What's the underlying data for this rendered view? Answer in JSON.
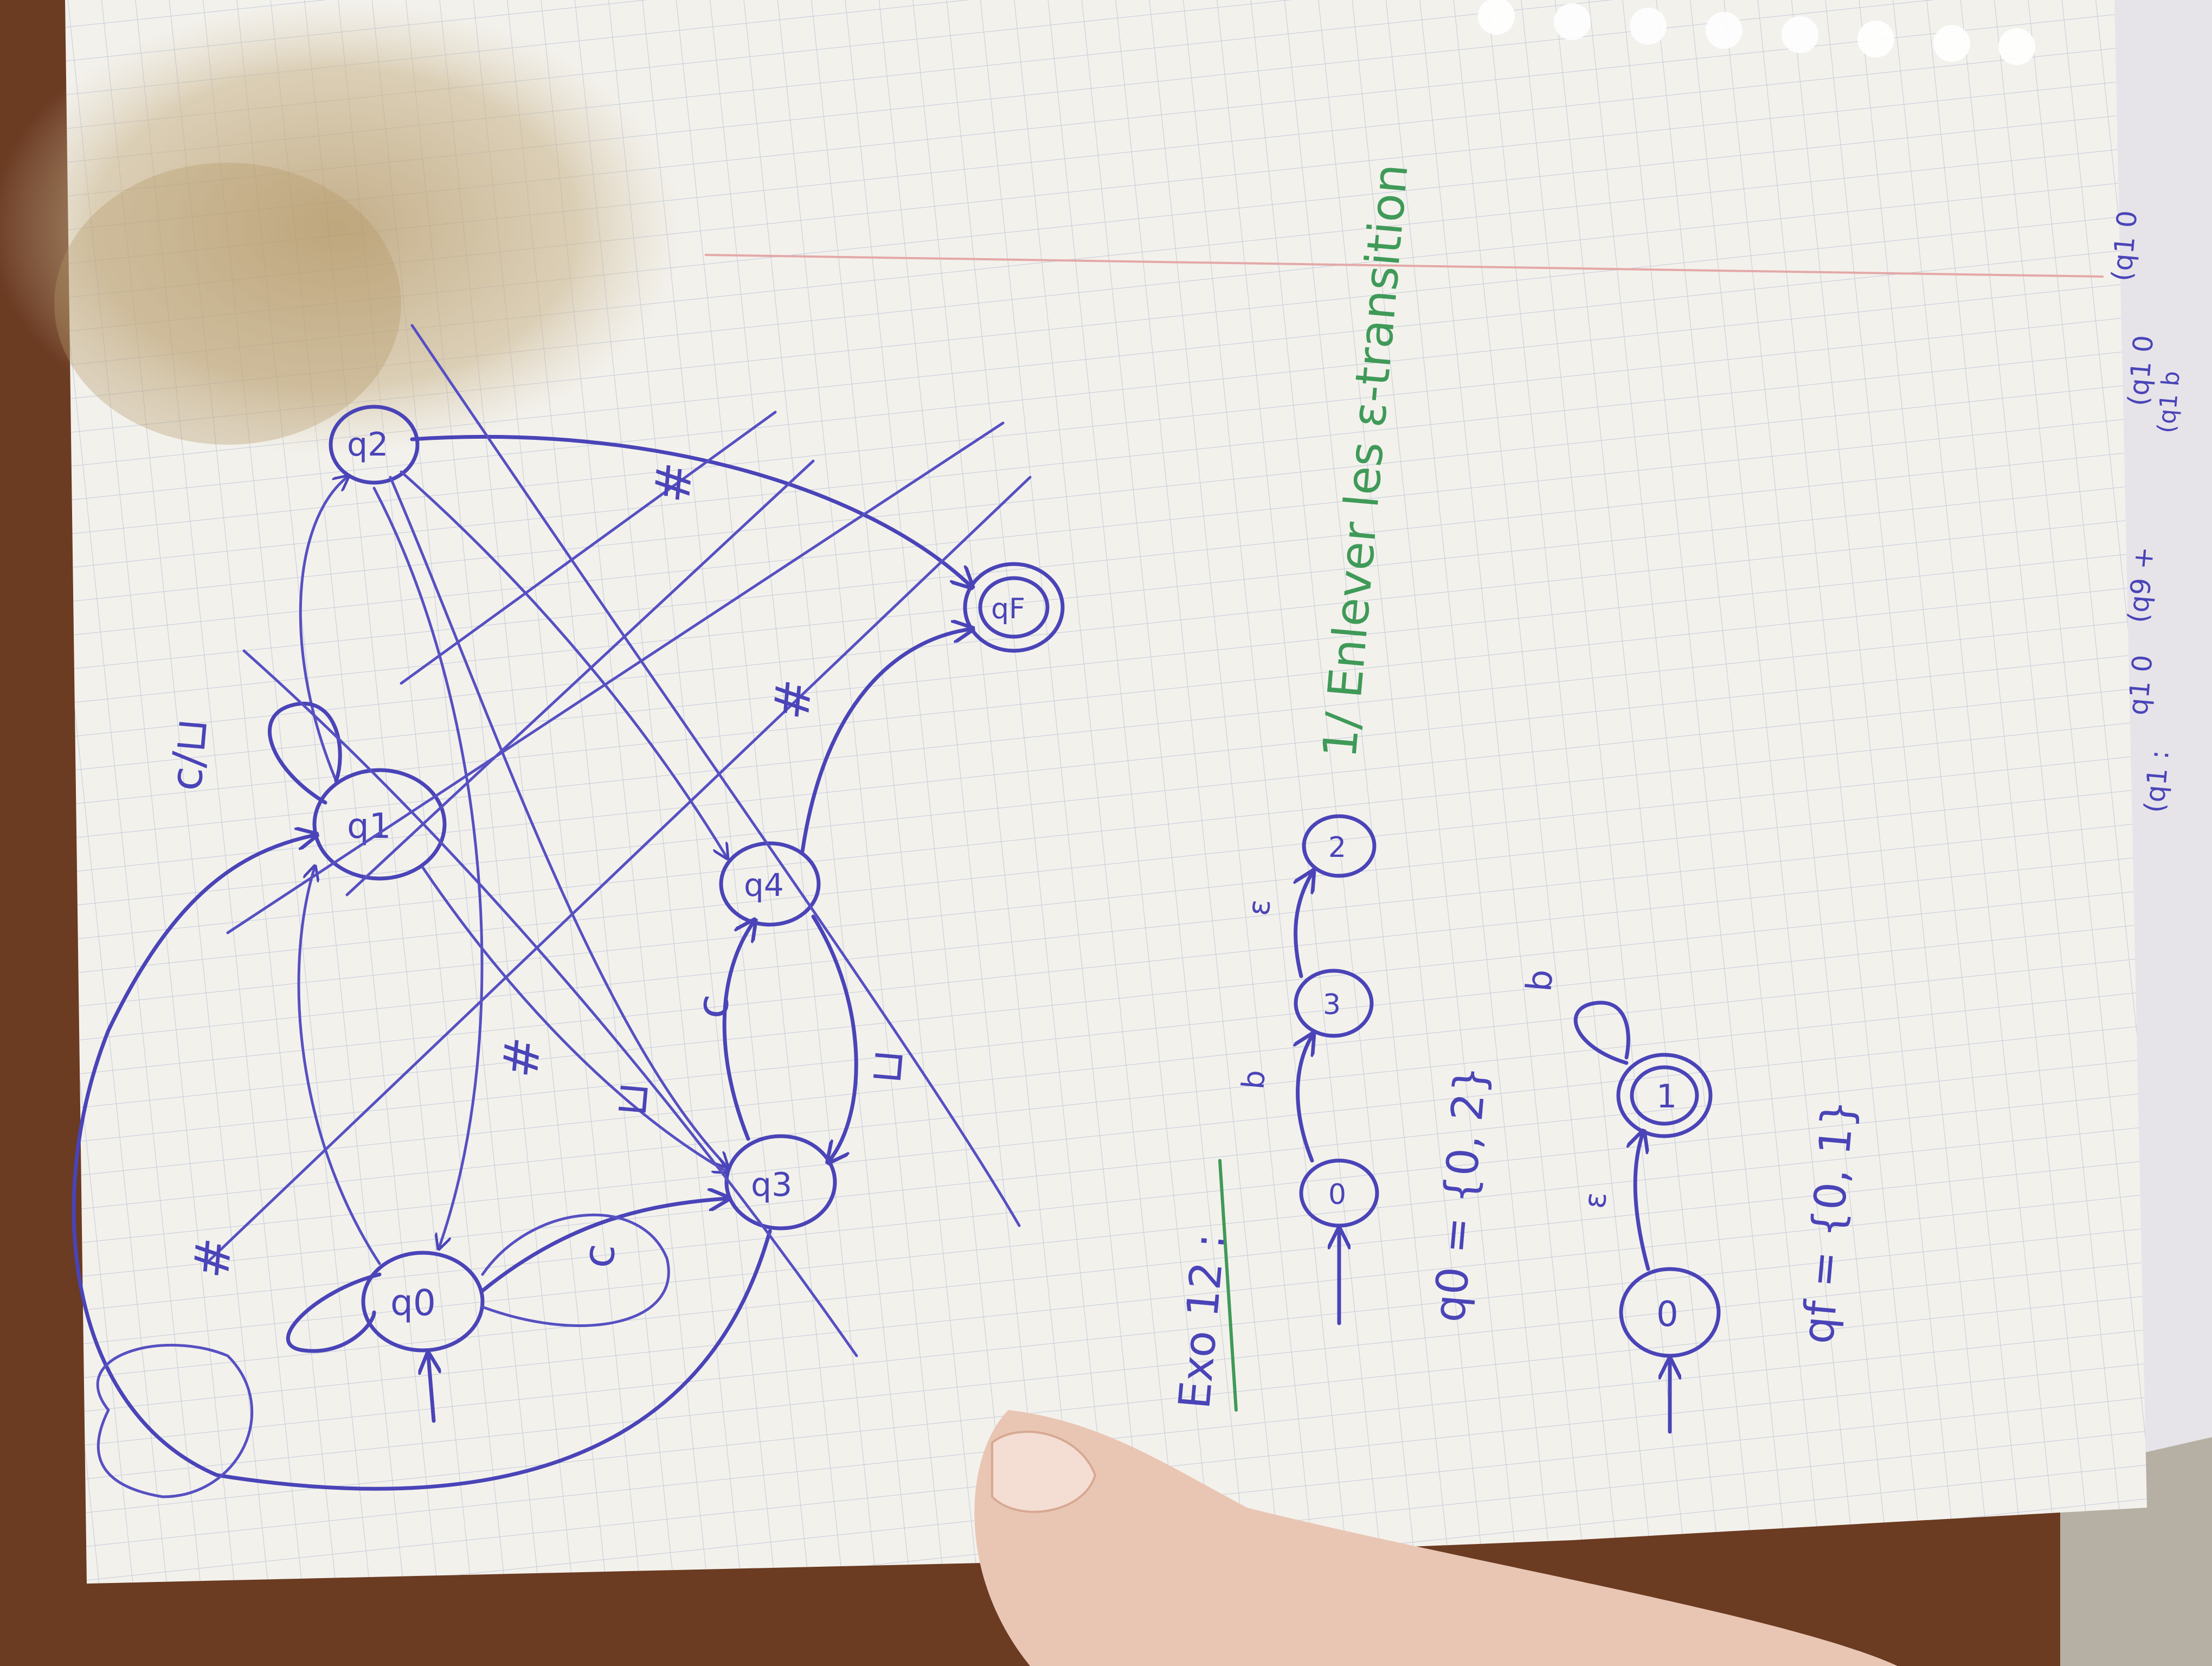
{
  "scene": {
    "description_free": true,
    "colors": {
      "background_fabric": "#6b3b22",
      "paper": "#f3f1ec",
      "grid": "#b9c4d6",
      "margin_line": "#e4a8a8",
      "stain": "#b49868",
      "ink_blue": "#4a44b8",
      "ink_green": "#3f9a58",
      "skin": "#e9c6b4",
      "side_paper": "#e6e4e9"
    }
  },
  "diagram": {
    "states": [
      {
        "id": "q0",
        "label": "q0",
        "sub": "0"
      },
      {
        "id": "q1",
        "label": "q1",
        "sub": "1"
      },
      {
        "id": "q2",
        "label": "q2",
        "sub": "2"
      },
      {
        "id": "q3",
        "label": "q3",
        "sub": "3"
      },
      {
        "id": "q4",
        "label": "q4",
        "sub": "4"
      },
      {
        "id": "qF",
        "label": "qF",
        "sub": "F"
      }
    ],
    "edge_labels": {
      "loop_q0": "#",
      "q0_q3": "c",
      "loop_q1": "c/⊔",
      "q2_q0": "#",
      "q2_qF": "#",
      "q4_qF": "#",
      "q1_q3": "⊔",
      "q3_q4": "c",
      "q4_q3": "⊔"
    }
  },
  "notes": {
    "exo_title": "Exo 12 :",
    "automaton1": {
      "states": [
        "0",
        "3",
        "2"
      ],
      "edge_b": "b",
      "edge_eps": "ε",
      "arrow": "→"
    },
    "automaton2": {
      "states": [
        "0",
        "1"
      ],
      "edge_eps": "ε",
      "loop_b": "b"
    },
    "set_q0": "q0 = {0, 2}",
    "set_qf": "qf = {0, 1}",
    "green_heading": "1/ Enlever les ε-transition"
  },
  "side_notes": [
    "(q1 0",
    "(q1 0",
    "(q1 b",
    "(q9 +",
    "q1 0",
    "(q1 :"
  ]
}
